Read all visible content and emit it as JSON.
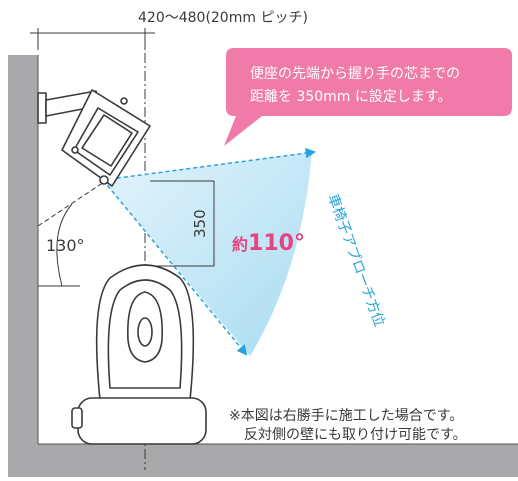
{
  "top_dimension": "420～480(20mm ピッチ)",
  "callout": {
    "line1": "便座の先端から握り手の芯までの",
    "line2": "距離を 350mm に設定します。"
  },
  "vertical_dimension": "350",
  "angle_sweep": {
    "prefix": "約",
    "value": "110°"
  },
  "angle_left": "130°",
  "approach_direction": "車椅子アプローチ方位",
  "note": {
    "line1": "※本図は右勝手に施工した場合です。",
    "line2": "反対側の壁にも取り付け可能です。"
  },
  "colors": {
    "wall": "#a9a9ab",
    "callout_pink": "#f07aa8",
    "sweep_blue": "#bfe5f6",
    "arrow_blue": "#29a3dc",
    "line": "#3a3a3a"
  }
}
